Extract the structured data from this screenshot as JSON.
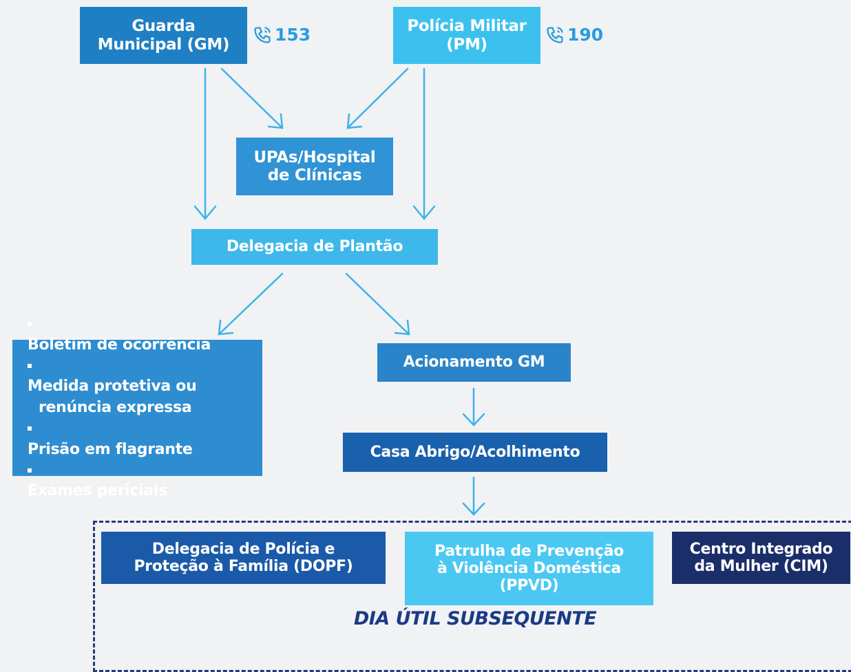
{
  "colors": {
    "gm": "#1f7fc4",
    "pm": "#3cc1ef",
    "upa": "#2f93d6",
    "delegacia_plantao": "#3eb8ea",
    "bulletins": "#2e8dd0",
    "acionamento": "#2a84c9",
    "casa_abrigo": "#1960ad",
    "dopf": "#1b5aa8",
    "ppvd": "#4bc8f2",
    "cim": "#1a2e6a",
    "arrow": "#3db2ea",
    "dashed_border": "#243a7a",
    "phone_text": "#2a9be0",
    "footer_text": "#1b3a86"
  },
  "nodes": {
    "gm": {
      "line1": "Guarda",
      "line2": "Municipal (GM)",
      "phone": "153"
    },
    "pm": {
      "line1": "Polícia Militar",
      "line2": "(PM)",
      "phone": "190"
    },
    "upa": {
      "line1": "UPAs/Hospital",
      "line2": "de Clínicas"
    },
    "delegacia_plantao": {
      "label": "Delegacia de Plantão"
    },
    "bulletins": {
      "items": [
        "Boletim de ocorrência",
        "Medida protetiva ou",
        "renúncia expressa",
        "Prisão em flagrante",
        "Exames periciais"
      ]
    },
    "acionamento": {
      "label": "Acionamento GM"
    },
    "casa_abrigo": {
      "label": "Casa Abrigo/Acolhimento"
    },
    "dopf": {
      "line1": "Delegacia de Polícia e",
      "line2": "Proteção à Família (DOPF)"
    },
    "ppvd": {
      "line1": "Patrulha de Prevenção",
      "line2": "à Violência Doméstica",
      "line3": "(PPVD)"
    },
    "cim": {
      "line1": "Centro Integrado",
      "line2": "da Mulher (CIM)"
    }
  },
  "footer": {
    "label": "DIA ÚTIL SUBSEQUENTE"
  },
  "icons": {
    "phone": "phone-icon",
    "arrow": "arrow-icon"
  }
}
